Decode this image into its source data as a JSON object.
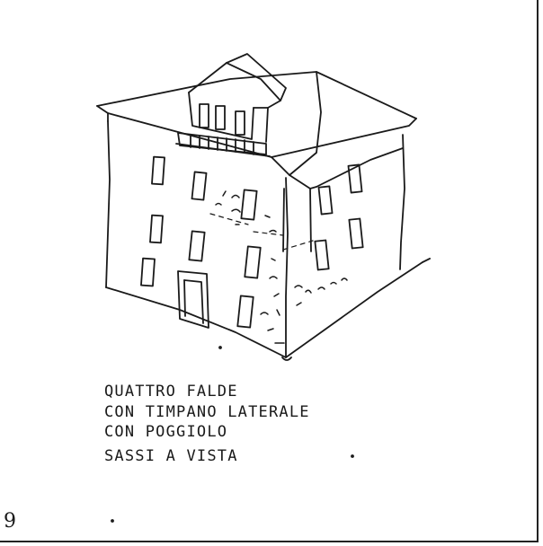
{
  "caption": {
    "line1": "QUATTRO FALDE",
    "line2": "CON TIMPANO LATERALE",
    "line3": "CON POGGIOLO",
    "line4": "SASSI A VISTA"
  },
  "page_number": "9",
  "drawing": {
    "subject": "house-sketch",
    "line_color": "#1a1a1a"
  }
}
